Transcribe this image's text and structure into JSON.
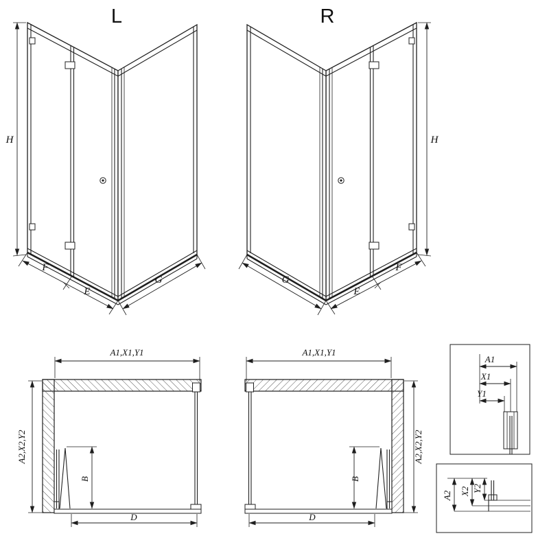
{
  "colors": {
    "line": "#1f1f1f",
    "background": "#ffffff"
  },
  "iso_left": {
    "variant_label": "L",
    "dim_height": "H",
    "dim_fold_outer": "F",
    "dim_fold_inner": "E",
    "dim_side_panel": "G"
  },
  "iso_right": {
    "variant_label": "R",
    "dim_height": "H",
    "dim_fold_outer": "F",
    "dim_fold_inner": "E",
    "dim_side_panel": "G"
  },
  "plan_left": {
    "dim_width_top": "A1,X1,Y1",
    "dim_depth_side": "A2,X2,Y2",
    "dim_door_projection": "B",
    "dim_entry_width": "D"
  },
  "plan_right": {
    "dim_width_top": "A1,X1,Y1",
    "dim_depth_side": "A2,X2,Y2",
    "dim_door_projection": "B",
    "dim_entry_width": "D"
  },
  "detail_upper": {
    "dim_a": "A1",
    "dim_x": "X1",
    "dim_y": "Y1"
  },
  "detail_lower": {
    "dim_a": "A2",
    "dim_x": "X2",
    "dim_y": "Y2"
  }
}
